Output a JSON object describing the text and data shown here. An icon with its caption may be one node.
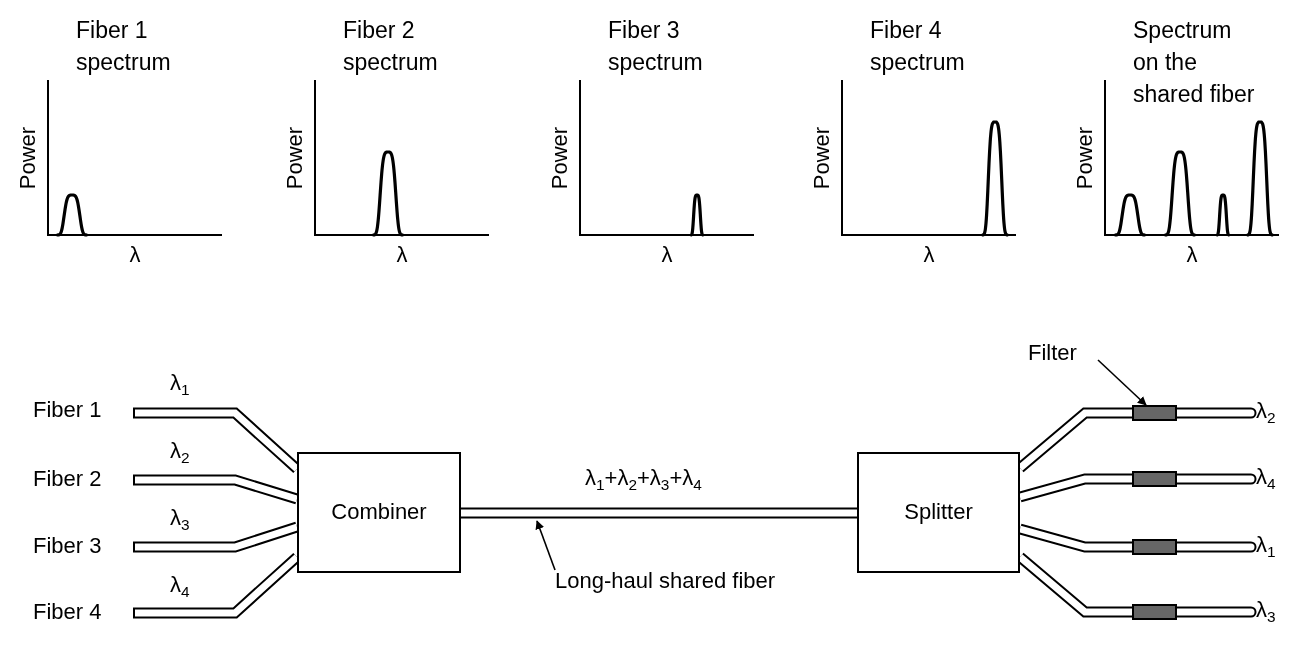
{
  "diagram": {
    "nodes": [
      {
        "text": [
          "Fiber 1"
        ]
      },
      {
        "text": [
          "Fiber 2"
        ]
      },
      {
        "text": [
          "Fiber 3"
        ]
      },
      {
        "text": [
          "Fiber 4"
        ]
      },
      {
        "text": [
          "Combiner"
        ]
      },
      {
        "text": [
          "Splitter"
        ]
      },
      {
        "text": [],
        "shape": "box"
      },
      {
        "text": [],
        "shape": "box"
      },
      {
        "text": [],
        "shape": "box"
      },
      {
        "text": [],
        "shape": "box"
      },
      {
        "text": [
          "λ$_{2}$"
        ]
      },
      {
        "text": [
          "λ$_{4}$"
        ]
      },
      {
        "text": [
          "λ$_{1}$"
        ]
      },
      {
        "text": [
          "λ$_{3}$"
        ]
      },
      {
        "text": [
          "Filter"
        ]
      },
      {
        "text": [
          "Long-haul shared fiber"
        ]
      }
    ],
    "edges": [
      {
        "from": 0,
        "to": 4,
        "arrow": "none",
        "label": "λ$_{1}$"
      },
      {
        "from": 1,
        "to": 4,
        "arrow": "none",
        "label": "λ$_{2}$"
      },
      {
        "from": 2,
        "to": 4,
        "arrow": "none",
        "label": "λ$_{3}$"
      },
      {
        "from": 3,
        "to": 4,
        "arrow": "none",
        "label": "λ$_{4}$"
      },
      {
        "from": 4,
        "to": 5,
        "arrow": "none",
        "label": "λ$_{1}$+λ$_{2}$+λ$_{3}$+λ$_{4}$"
      },
      {
        "from": 5,
        "to": 6,
        "arrow": "none"
      },
      {
        "from": 5,
        "to": 7,
        "arrow": "none"
      },
      {
        "from": 5,
        "to": 8,
        "arrow": "none"
      },
      {
        "from": 5,
        "to": 9,
        "arrow": "none"
      },
      {
        "from": 6,
        "to": 10,
        "arrow": "none"
      },
      {
        "from": 7,
        "to": 11,
        "arrow": "none"
      },
      {
        "from": 8,
        "to": 12,
        "arrow": "none"
      },
      {
        "from": 9,
        "to": 13,
        "arrow": "none"
      },
      {
        "from": 14,
        "to": 6,
        "arrow": "to"
      },
      {
        "from": 15,
        "to": null,
        "arrow": "to"
      }
    ],
    "labels": [
      "Fiber 1 spectrum",
      "Power",
      "λ",
      "Fiber 2 spectrum",
      "Power",
      "λ",
      "Fiber 3 spectrum",
      "Power",
      "λ",
      "Fiber 4 spectrum",
      "Power",
      "λ",
      "Spectrum on the shared fiber",
      "Power",
      "λ"
    ]
  }
}
